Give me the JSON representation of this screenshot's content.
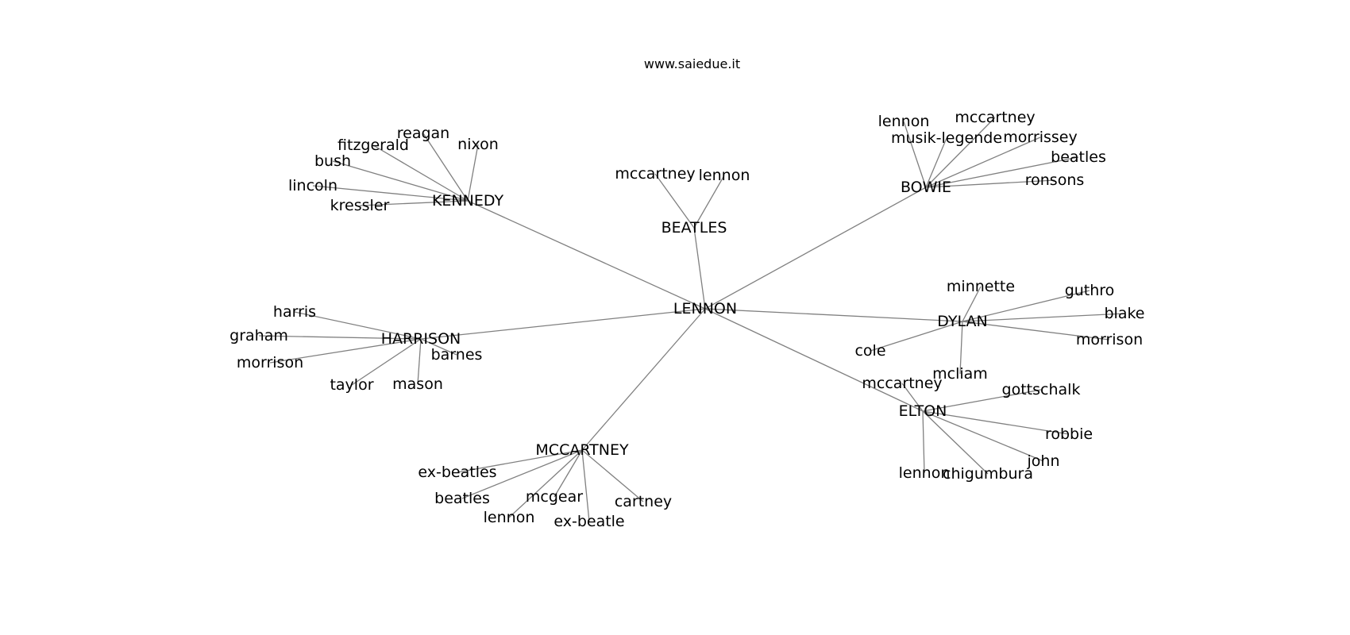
{
  "caption": "www.saiedue.it",
  "colors": {
    "edge": "#808080",
    "text": "#000000",
    "background": "#ffffff"
  },
  "graph": {
    "root": "LENNON",
    "hubs": [
      {
        "label": "BEATLES",
        "children": [
          "mccartney",
          "lennon"
        ]
      },
      {
        "label": "KENNEDY",
        "children": [
          "reagan",
          "nixon",
          "fitzgerald",
          "bush",
          "lincoln",
          "kressler"
        ]
      },
      {
        "label": "BOWIE",
        "children": [
          "lennon",
          "mccartney",
          "musik-legende",
          "morrissey",
          "beatles",
          "ronsons"
        ]
      },
      {
        "label": "DYLAN",
        "children": [
          "minnette",
          "guthro",
          "blake",
          "morrison",
          "cole",
          "mcliam"
        ]
      },
      {
        "label": "HARRISON",
        "children": [
          "harris",
          "graham",
          "morrison",
          "barnes",
          "taylor",
          "mason"
        ]
      },
      {
        "label": "ELTON",
        "children": [
          "mccartney",
          "gottschalk",
          "robbie",
          "john",
          "lennon",
          "chigumbura"
        ]
      },
      {
        "label": "MCCARTNEY",
        "children": [
          "ex-beatles",
          "beatles",
          "mcgear",
          "cartney",
          "lennon",
          "ex-beatle"
        ]
      }
    ]
  }
}
